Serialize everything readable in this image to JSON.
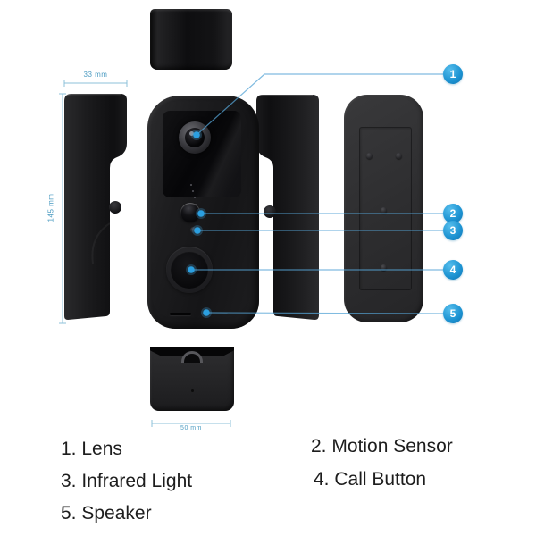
{
  "product": {
    "type": "video-doorbell-diagram",
    "views": [
      "top",
      "left-side",
      "front",
      "right-side",
      "back",
      "bottom"
    ]
  },
  "dimensions": {
    "side_width": "33 mm",
    "height": "145 mm",
    "front_width": "50 mm"
  },
  "callouts": [
    {
      "number": "1",
      "feature": "Lens"
    },
    {
      "number": "2",
      "feature": "Motion Sensor"
    },
    {
      "number": "3",
      "feature": "Infrared Light"
    },
    {
      "number": "4",
      "feature": "Call Button"
    },
    {
      "number": "5",
      "feature": "Speaker"
    }
  ],
  "legend": [
    {
      "text": "1. Lens"
    },
    {
      "text": "2. Motion Sensor"
    },
    {
      "text": "3. Infrared Light"
    },
    {
      "text": "4. Call Button"
    },
    {
      "text": "5. Speaker"
    }
  ],
  "colors": {
    "background": "#ffffff",
    "body_dark": "#1a1a1c",
    "back_gray": "#2e2e30",
    "callout_blue": "#1d93d2",
    "dimension_blue": "#4d9cc2",
    "anchor_dot_blue": "#2b9fe0"
  }
}
